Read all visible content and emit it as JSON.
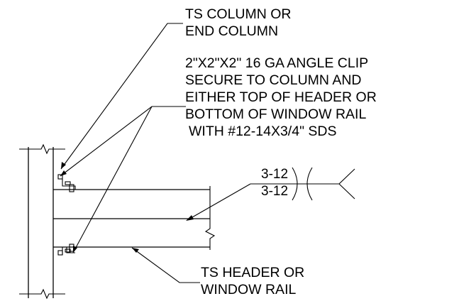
{
  "labels": {
    "column": [
      "TS COLUMN OR",
      "END COLUMN"
    ],
    "clip": [
      "2\"X2\"X2\" 16 GA ANGLE CLIP",
      "SECURE TO COLUMN AND",
      "EITHER TOP OF HEADER OR",
      "BOTTOM OF WINDOW RAIL",
      "WITH #12-14X3/4\" SDS"
    ],
    "header": [
      "TS HEADER OR",
      "WINDOW RAIL"
    ]
  },
  "weld_symbol": {
    "arrow_side": "3-12",
    "other_side": "3-12"
  }
}
